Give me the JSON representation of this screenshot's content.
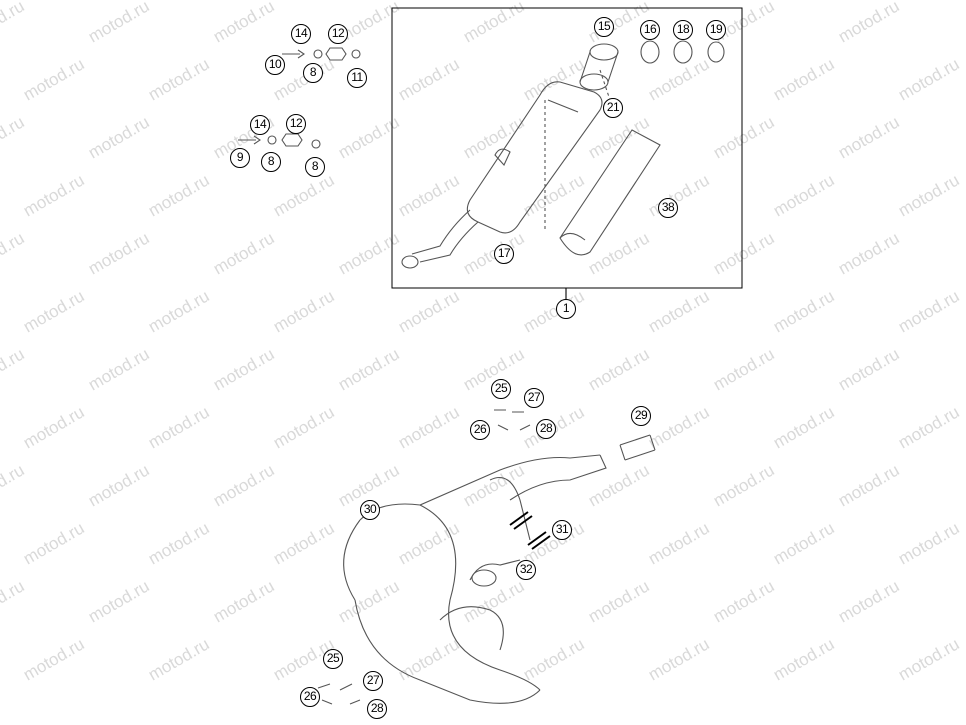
{
  "watermark": {
    "text": "motod.ru"
  },
  "callouts": {
    "c1": "1",
    "c8a": "8",
    "c8b": "8",
    "c8c": "8",
    "c9": "9",
    "c10": "10",
    "c11": "11",
    "c12a": "12",
    "c12b": "12",
    "c14a": "14",
    "c14b": "14",
    "c15": "15",
    "c16": "16",
    "c17": "17",
    "c18": "18",
    "c19": "19",
    "c21": "21",
    "c25a": "25",
    "c25b": "25",
    "c26a": "26",
    "c26b": "26",
    "c27a": "27",
    "c27b": "27",
    "c28a": "28",
    "c28b": "28",
    "c29": "29",
    "c30": "30",
    "c31": "31",
    "c32": "32",
    "c38": "38"
  },
  "colors": {
    "line": "#000000",
    "parts": "#555555",
    "watermark": "#d9d9d9"
  }
}
